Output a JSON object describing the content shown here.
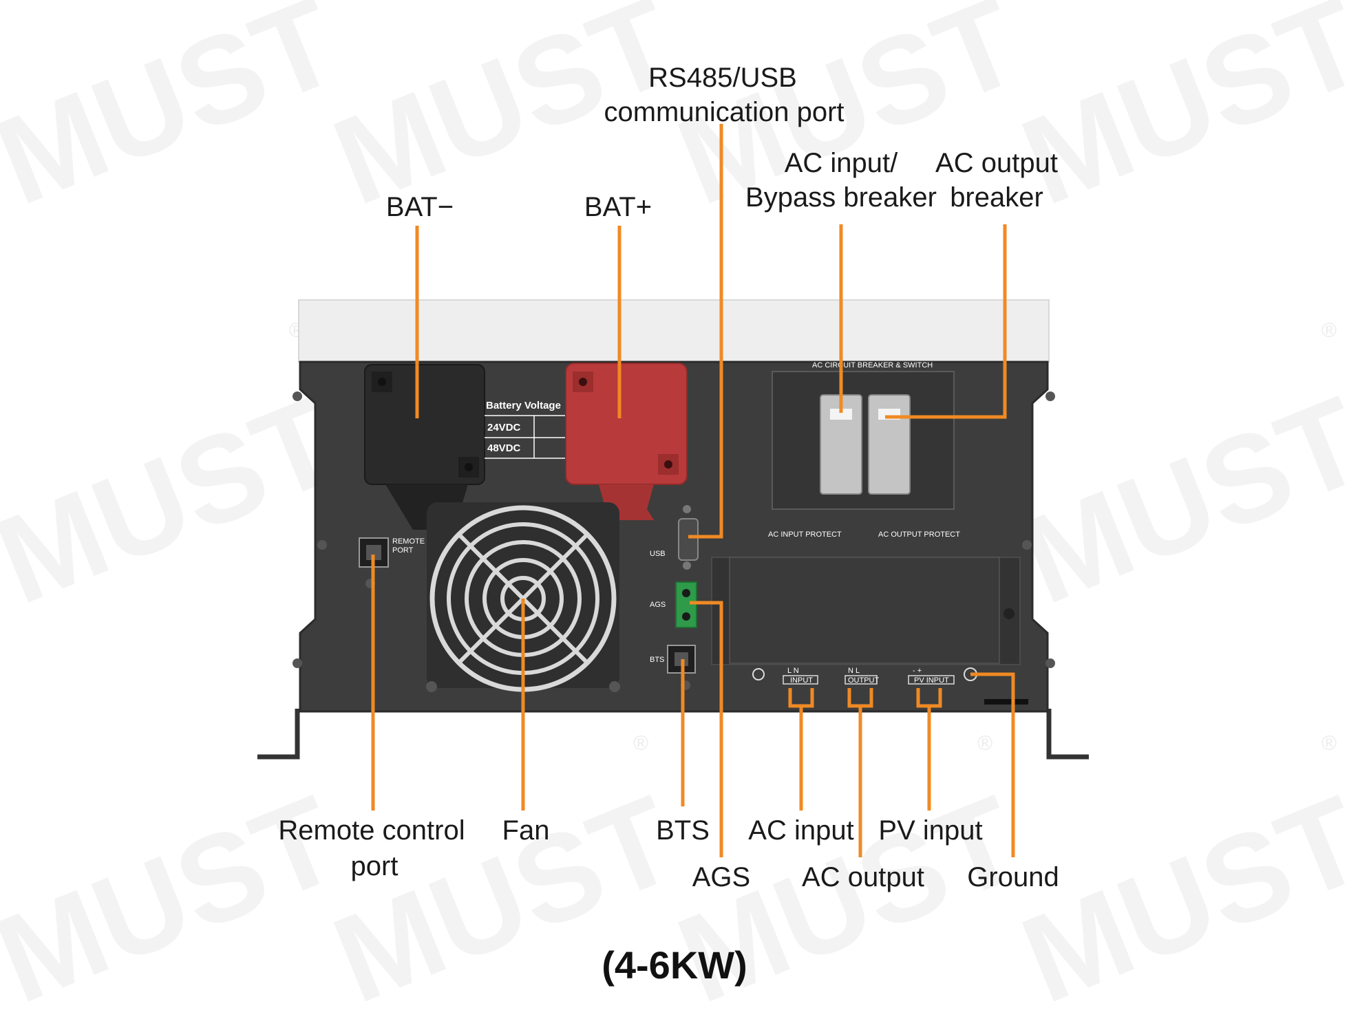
{
  "watermark": {
    "text": "MUST",
    "registered": "®"
  },
  "labels": {
    "rs485_usb": [
      "RS485/USB",
      "communication port"
    ],
    "ac_input_bypass_breaker": [
      "AC input/",
      "Bypass breaker"
    ],
    "ac_output_breaker": [
      "AC output",
      "breaker"
    ],
    "bat_minus": "BAT−",
    "bat_plus": "BAT+",
    "remote_control_port": [
      "Remote control",
      "port"
    ],
    "fan": "Fan",
    "bts": "BTS",
    "ags": "AGS",
    "ac_input": "AC input",
    "ac_output": "AC output",
    "pv_input": "PV input",
    "ground": "Ground"
  },
  "panel_text": {
    "breaker_title": "AC CIRCUIT BREAKER & SWITCH",
    "battery_voltage": "Battery Voltage",
    "voltage_rows": [
      "24VDC",
      "48VDC"
    ],
    "remote_port": [
      "REMOTE",
      "PORT"
    ],
    "usb": "USB",
    "ags": "AGS",
    "bts": "BTS",
    "ac_input_protect": "AC INPUT PROTECT",
    "ac_output_protect": "AC OUTPUT PROTECT",
    "terminal_input_pins": "L    N",
    "terminal_input": "INPUT",
    "terminal_output_pins": "N    L",
    "terminal_output": "OUTPUT",
    "terminal_pv_pins": "-       +",
    "terminal_pv": "PV  INPUT"
  },
  "caption": "(4-6KW)",
  "colors": {
    "leader": "#f08a24",
    "housing": "#3d3d3d",
    "top_cover": "#eeeeee",
    "bat_minus_cover": "#2a2a2a",
    "bat_plus_cover": "#b83a3a",
    "ags_connector": "#2e9a4a"
  }
}
